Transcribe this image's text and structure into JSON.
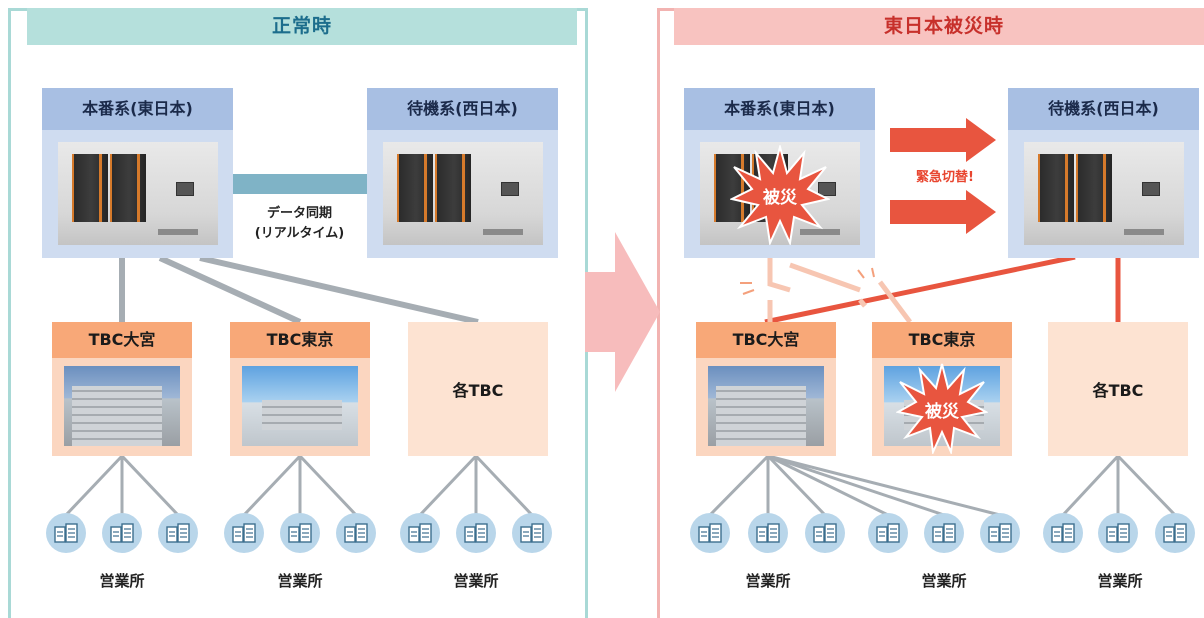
{
  "normal": {
    "banner": "正常時",
    "primary_label": "本番系(東日本)",
    "standby_label": "待機系(西日本)",
    "sync_line1": "データ同期",
    "sync_line2": "(リアルタイム)",
    "tbc_omiya": "TBC大宮",
    "tbc_tokyo": "TBC東京",
    "tbc_each": "各TBC",
    "office_labels": [
      "営業所",
      "営業所",
      "営業所"
    ]
  },
  "disaster": {
    "banner": "東日本被災時",
    "primary_label": "本番系(東日本)",
    "standby_label": "待機系(西日本)",
    "switch_label": "緊急切替!",
    "damage_label_primary": "被災",
    "damage_label_tokyo": "被災",
    "tbc_omiya": "TBC大宮",
    "tbc_tokyo": "TBC東京",
    "tbc_each": "各TBC",
    "office_labels": [
      "営業所",
      "営業所",
      "営業所"
    ]
  },
  "colors": {
    "normal_accent": "#b5e0dc",
    "disaster_accent": "#f8c3c0",
    "link_gray": "#a6adb3",
    "link_orange": "#e8553f",
    "broken_link": "#f7c6b2"
  },
  "icons": {
    "office": "office-building-icon",
    "transition": "transition-arrow-icon",
    "damage": "starburst-icon"
  }
}
